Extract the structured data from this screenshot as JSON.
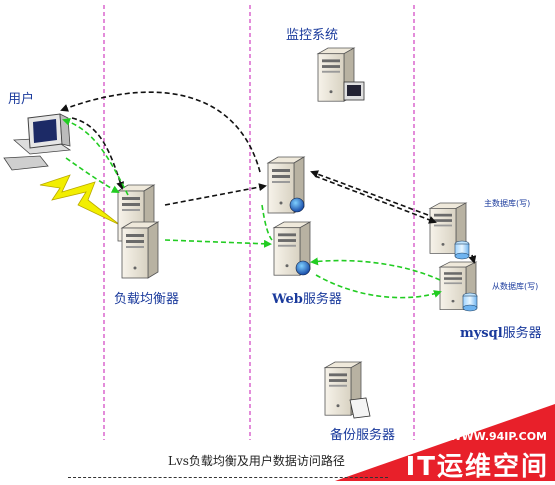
{
  "labels": {
    "user": "用户",
    "monitor": "监控系统",
    "load_balancer": "负载均衡器",
    "web_server_en": "Web",
    "web_server_cn": "服务器",
    "master_db": "主数据库(写)",
    "slave_db": "从数据库(写)",
    "mysql_en": "mysql",
    "mysql_cn": "服务器",
    "backup": "备份服务器"
  },
  "caption": "Lvs负载均衡及用户数据访问路径",
  "watermark": {
    "url": "WWW.94IP.COM",
    "name": "IT运维空间"
  },
  "colors": {
    "label_blue": "#1a3a9c",
    "divider_pink": "#d040c0",
    "arrow_black": "#111111",
    "arrow_green": "#22cc22",
    "lightning_yellow": "#f2ee00",
    "watermark_red": "#e8202a"
  },
  "icons": [
    "user-computer-icon",
    "monitor-server-icon",
    "load-balancer-server-icon",
    "web-server-icon",
    "database-server-icon",
    "backup-server-icon",
    "lightning-icon"
  ]
}
